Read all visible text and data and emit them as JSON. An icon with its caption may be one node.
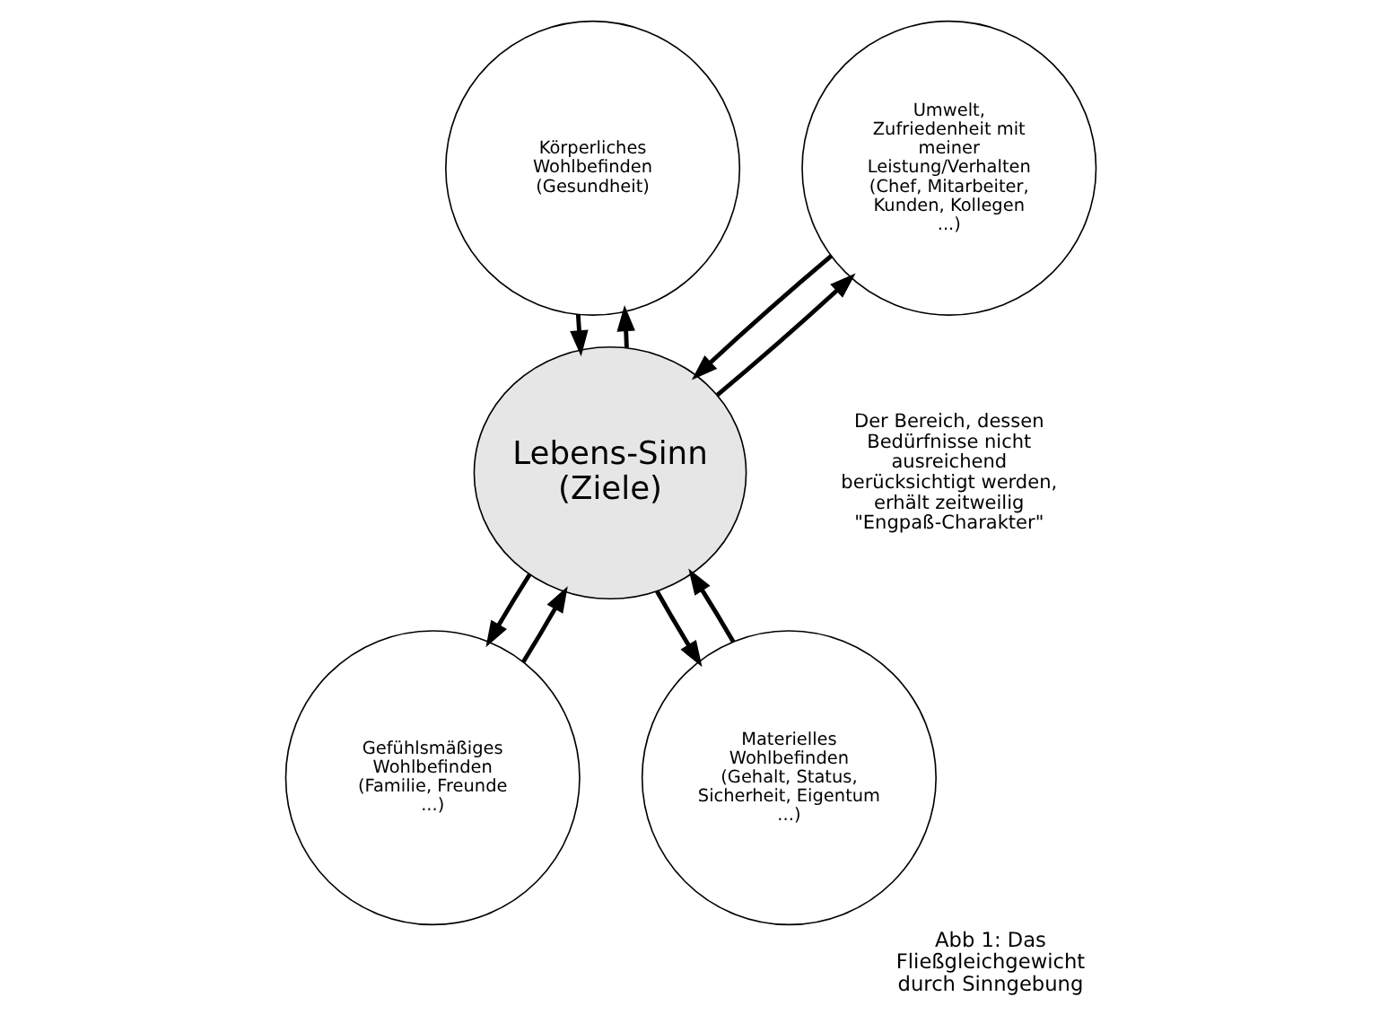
{
  "diagram": {
    "caption": "Abb 1: Das Fließgleichgewicht durch Sinngebung",
    "nodes": [
      {
        "text": [
          "Körperliches Wohlbefinden",
          "(Gesundheit)"
        ]
      },
      {
        "text": [
          "Umwelt, Zufriedenheit mit meiner Leistung/Verhalten",
          "(Chef, Mitarbeiter, Kunden, Kollegen ...)"
        ]
      },
      {
        "text": [
          "Lebens-Sinn",
          "(Ziele)"
        ]
      },
      {
        "text": [
          "Gefühlsmäßiges Wohlbefinden",
          "(Familie, Freunde ...)"
        ]
      },
      {
        "text": [
          "Materielles Wohlbefinden",
          "(Gehalt, Status, Sicherheit, Eigentum ...)"
        ]
      }
    ],
    "edges": [
      {
        "from": 2,
        "to": 0,
        "arrow": "to"
      },
      {
        "from": 0,
        "to": 2,
        "arrow": "to"
      },
      {
        "from": 2,
        "to": 1,
        "arrow": "to"
      },
      {
        "from": 1,
        "to": 2,
        "arrow": "to"
      },
      {
        "from": 2,
        "to": 3,
        "arrow": "to"
      },
      {
        "from": 3,
        "to": 2,
        "arrow": "to"
      },
      {
        "from": 2,
        "to": 4,
        "arrow": "to"
      },
      {
        "from": 4,
        "to": 2,
        "arrow": "to"
      }
    ],
    "labels": [
      "Der Bereich, dessen Bedürfnisse nicht ausreichend berücksichtigt werden, erhält zeitweilig \"Engpaß-Charakter\""
    ]
  }
}
